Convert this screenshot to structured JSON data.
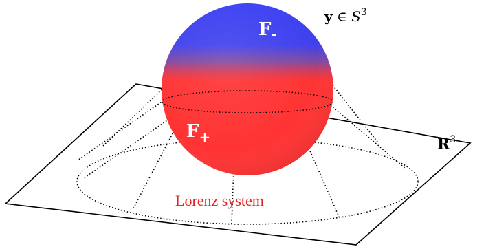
{
  "diagram": {
    "labels": {
      "f_minus": {
        "main": "F",
        "sub": "-"
      },
      "f_plus": {
        "main": "F",
        "sub": "+"
      },
      "y_in_s3": {
        "bold": "y",
        "rel": " ∈ ",
        "set": "S",
        "sup": "3"
      },
      "r3": {
        "bold": "R",
        "sup": "3"
      },
      "lorenz": "Lorenz system"
    },
    "colors": {
      "sphere_top": "#3a3ff2",
      "sphere_bottom": "#ff3333",
      "lorenz_text": "#e8201e",
      "lines": "#000000"
    }
  }
}
